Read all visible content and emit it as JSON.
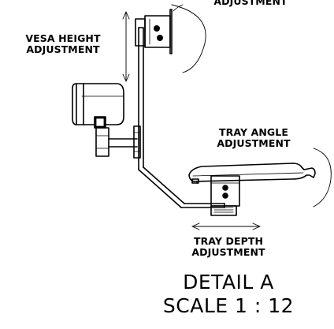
{
  "labels": {
    "top_adjustment": "ADJUSTMENT",
    "vesa_height": {
      "line1": "VESA HEIGHT",
      "line2": "ADJUSTMENT"
    },
    "tray_angle": {
      "line1": "TRAY ANGLE",
      "line2": "ADJUSTMENT"
    },
    "tray_depth": {
      "line1": "TRAY DEPTH",
      "line2": "ADJUSTMENT"
    }
  },
  "detail": {
    "title": "DETAIL A",
    "scale": "SCALE 1 : 12"
  },
  "colors": {
    "line": "#000000",
    "background": "#ffffff"
  }
}
